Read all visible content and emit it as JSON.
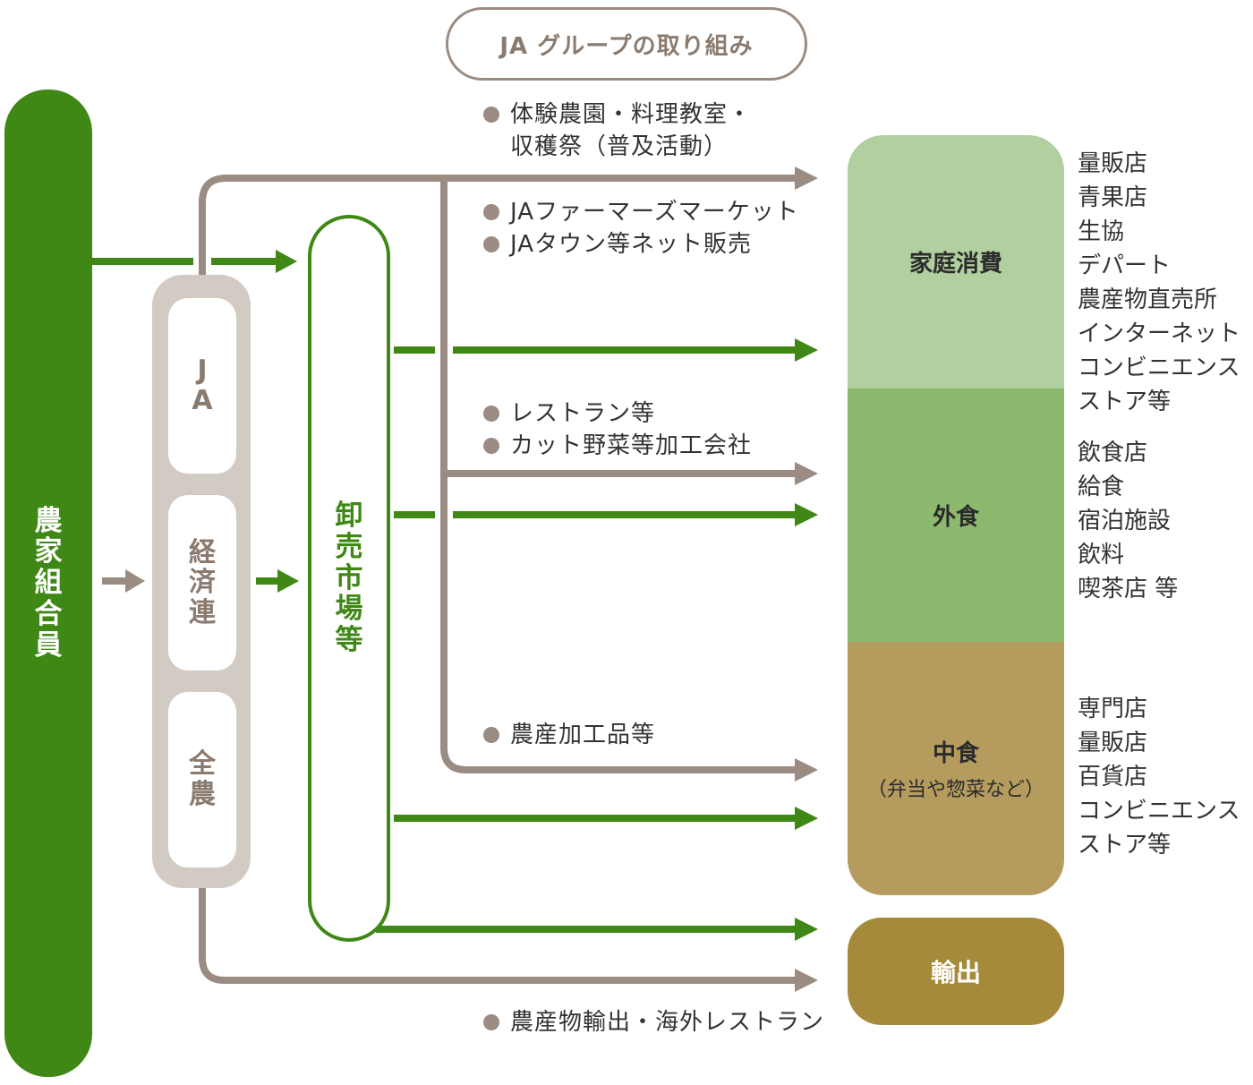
{
  "ja_group_title": "JA グループの取り組み",
  "farmers": {
    "label": "農家組合員"
  },
  "ja_org": [
    "JA",
    "経済連",
    "全農"
  ],
  "wholesale_market": {
    "label": "卸売市場等"
  },
  "notes": {
    "experience": [
      "体験農園・料理教室・",
      "収穫祭（普及活動）"
    ],
    "farmers_market": "JAファーマーズマーケット",
    "online": "JAタウン等ネット販売",
    "restaurant": "レストラン等",
    "cut_vegetables": "カット野菜等加工会社",
    "processed": "農産加工品等",
    "export": "農産物輸出・海外レストラン"
  },
  "consumers": {
    "home": {
      "label": "家庭消費"
    },
    "dining": {
      "label": "外食"
    },
    "prepared": {
      "label": "中食",
      "sub": "（弁当や惣菜など）"
    },
    "export": {
      "label": "輸出"
    }
  },
  "outlets": {
    "home": [
      "量販店",
      "青果店",
      "生協",
      "デパート",
      "農産物直売所",
      "インターネット",
      "コンビニエンス",
      "ストア等"
    ],
    "dining": [
      "飲食店",
      "給食",
      "宿泊施設",
      "飲料",
      "喫茶店 等"
    ],
    "prepared": [
      "専門店",
      "量販店",
      "百貨店",
      "コンビニエンス",
      "ストア等"
    ]
  },
  "colors": {
    "green": "#3f8815",
    "gray": "#9a8c82",
    "light_gray": "#d2cbc4",
    "home": "#b1cf9f",
    "dining": "#8db96e",
    "prepared": "#b59c5e",
    "export": "#a58a3b"
  },
  "icons": {
    "bullet": "circle-bullet-icon",
    "arrow": "arrow-right-icon"
  }
}
